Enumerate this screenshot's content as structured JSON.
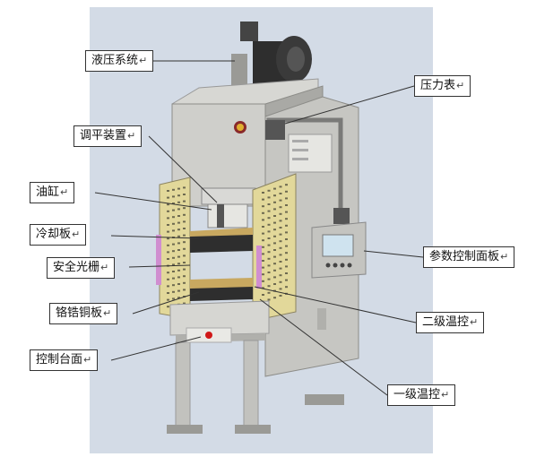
{
  "labels": {
    "hydraulic_system": "液压系统",
    "pressure_gauge": "压力表",
    "leveling_device": "调平装置",
    "oil_cylinder": "油缸",
    "cooling_plate": "冷却板",
    "safety_light_curtain": "安全光栅",
    "chrome_zirconium_copper_plate": "铬锆铜板",
    "control_table": "控制台面",
    "parameter_control_panel": "参数控制面板",
    "secondary_temp_control": "二级温控",
    "primary_temp_control": "一级温控"
  },
  "return_mark": "↵",
  "colors": {
    "background_panel": "#d3dbe6",
    "machine_body": "#cfcfcb",
    "machine_shadow": "#a9a9a5",
    "guard_yellow": "#e2d89a",
    "dark_parts": "#2e2e2e",
    "control_screen": "#cfe3ef",
    "button_red": "#d01818"
  }
}
